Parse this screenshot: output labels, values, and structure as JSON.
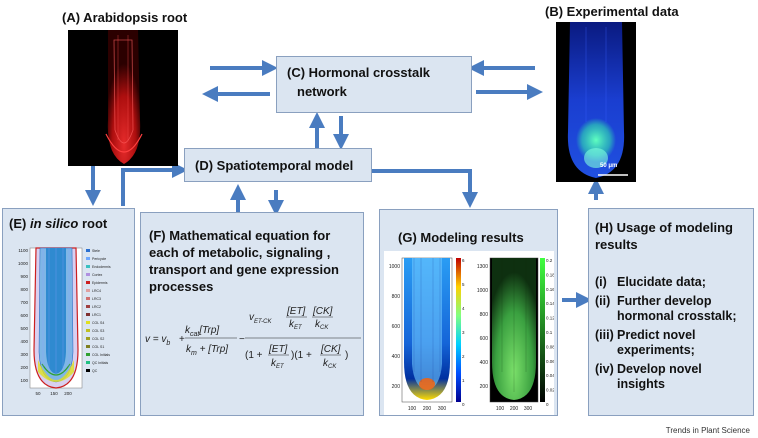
{
  "labels": {
    "arabidopsis_root": "(A) Arabidopsis root",
    "experimental_data": "(B) Experimental data",
    "crosstalk_line1": "(C) Hormonal crosstalk",
    "crosstalk_line2": "network",
    "spatiotemporal": "(D) Spatiotemporal model",
    "in_silico_prefix": "(E) ",
    "in_silico_italic": "in silico",
    "in_silico_suffix": " root",
    "math_title": "(F) Mathematical equation for each of metabolic, signaling , transport  and gene expression processes",
    "modeling_results": "(G) Modeling results",
    "usage_title": "(H) Usage of  modeling results",
    "scale_bar": "50 μm",
    "footer": "Trends in Plant Science"
  },
  "usage_items": [
    {
      "num": "(i)",
      "text": "Elucidate data;"
    },
    {
      "num": "(ii)",
      "text": "Further develop hormonal crosstalk;"
    },
    {
      "num": "(iii)",
      "text": "Predict novel experiments;"
    },
    {
      "num": "(iv)",
      "text": "Develop novel insights"
    }
  ],
  "equation": {
    "lhs": "v = v",
    "sub0": "b",
    "term1_num": "k",
    "term1_num_sub": "cat",
    "term1_num_rest": "[Trp]",
    "term1_den": "k",
    "term1_den_sub": "m",
    "term1_den_rest": " + [Trp]",
    "term2_v": "v",
    "term2_v_sub": "ET-CK",
    "et": "[ET]",
    "ck": "[CK]",
    "k": "k",
    "k_et_sub": "ET",
    "k_ck_sub": "CK"
  },
  "in_silico_axis": {
    "y_ticks": [
      "1100",
      "1000",
      "900",
      "800",
      "700",
      "600",
      "500",
      "400",
      "300",
      "200",
      "100"
    ],
    "x_ticks": [
      "50",
      "150",
      "200"
    ]
  },
  "in_silico_legend": [
    "Stele",
    "Pericycle",
    "Endodermis",
    "Cortex",
    "Epidermis",
    "LRC4",
    "LRC3",
    "LRC2",
    "LRC1",
    "COL S4",
    "COL S3",
    "COL S2",
    "COL S1",
    "COL Initials",
    "QC Initials",
    "QC"
  ],
  "model_left": {
    "y_ticks": [
      "1000",
      "800",
      "600",
      "400",
      "200"
    ],
    "x_ticks": [
      "100",
      "200",
      "300"
    ],
    "cb_ticks": [
      "6",
      "5",
      "4",
      "3",
      "2",
      "1",
      "0"
    ]
  },
  "model_right": {
    "y_ticks": [
      "1300",
      "1000",
      "800",
      "600",
      "400",
      "200"
    ],
    "x_ticks": [
      "100",
      "200",
      "300"
    ],
    "cb_ticks": [
      "0.2",
      "0.18",
      "0.16",
      "0.14",
      "0.12",
      "0.1",
      "0.08",
      "0.06",
      "0.04",
      "0.02",
      "0"
    ]
  },
  "colors": {
    "box_fill": "#dbe5f1",
    "arrow": "#4a7cc0",
    "root_red": "#e01818",
    "exp_blue": "#1a3ed0",
    "exp_green": "#30e0b0"
  }
}
